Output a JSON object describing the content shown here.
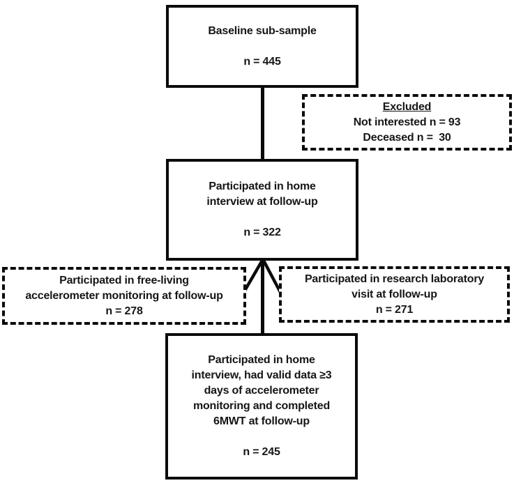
{
  "colors": {
    "border": "#0b0b0b",
    "text": "#161616",
    "background": "#ffffff"
  },
  "boxes": {
    "baseline": {
      "text": "Baseline sub-sample",
      "n": "n = 445"
    },
    "excluded": {
      "title": "Excluded",
      "lines": "Not interested n = 93\nDeceased n =  30"
    },
    "interview": {
      "text": "Participated in home\ninterview at follow-up",
      "n": "n = 322"
    },
    "accelerometer": {
      "text": "Participated in free-living\naccelerometer monitoring at follow-up",
      "n": "n = 278"
    },
    "laboratory": {
      "text": "Participated in research laboratory\nvisit at follow-up",
      "n": "n = 271"
    },
    "final": {
      "text": "Participated in home\ninterview, had valid data ≥3\ndays of accelerometer\nmonitoring and completed\n6MWT at follow-up",
      "n": "n = 245"
    }
  }
}
